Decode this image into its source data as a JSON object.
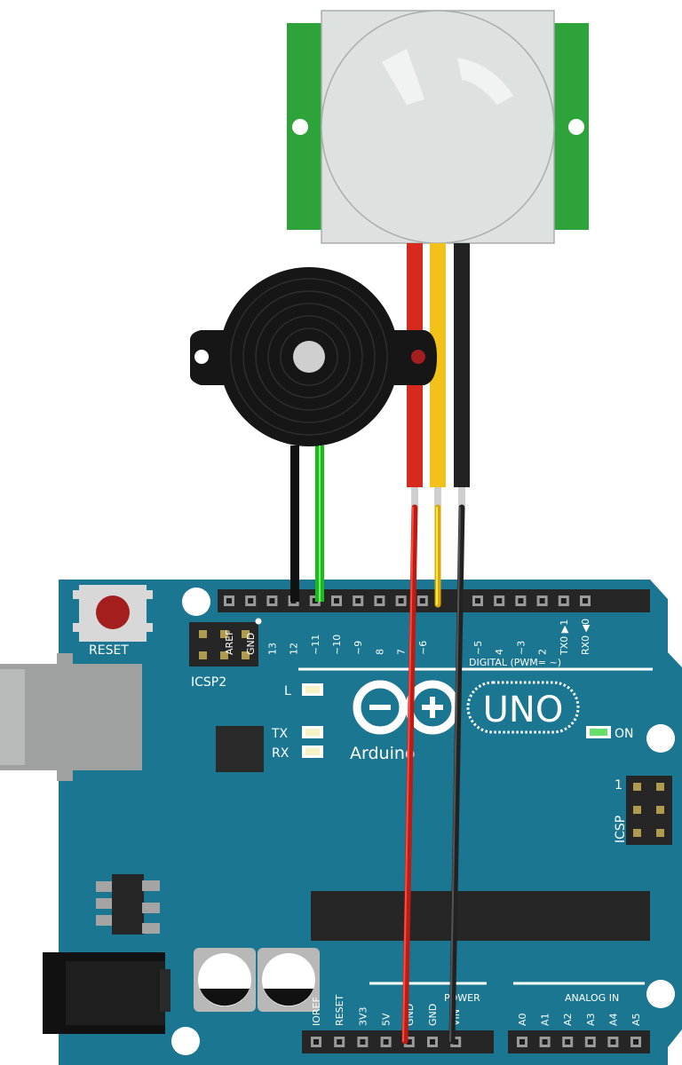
{
  "board": {
    "brand": "Arduino",
    "model": "UNO",
    "reset_label": "RESET",
    "icsp2_label": "ICSP2",
    "icsp_label": "ICSP",
    "icsp_pin1": "1",
    "led_l": "L",
    "led_tx": "TX",
    "led_rx": "RX",
    "led_on": "ON",
    "digital_header_label": "DIGITAL (PWM= ~)",
    "digital_pins": [
      "AREF",
      "GND",
      "13",
      "12",
      "~11",
      "~10",
      "~9",
      "8",
      "7",
      "~6",
      "~5",
      "4",
      "~3",
      "2",
      "TX0 ▶1",
      "RX0 ◀0"
    ],
    "power_group_label": "POWER",
    "power_pins": [
      "IOREF",
      "RESET",
      "3V3",
      "5V",
      "GND",
      "GND",
      "VIN"
    ],
    "analog_group_label": "ANALOG IN",
    "analog_pins": [
      "A0",
      "A1",
      "A2",
      "A3",
      "A4",
      "A5"
    ]
  },
  "colors": {
    "board": "#1b7691",
    "pir_lens": "#dde2e1",
    "pir_pcb": "#2ea33a",
    "wire_red": "#d62a1e",
    "wire_yellow": "#f2c21b",
    "wire_black": "#222222",
    "wire_green": "#27c42b",
    "buzzer": "#161616"
  }
}
